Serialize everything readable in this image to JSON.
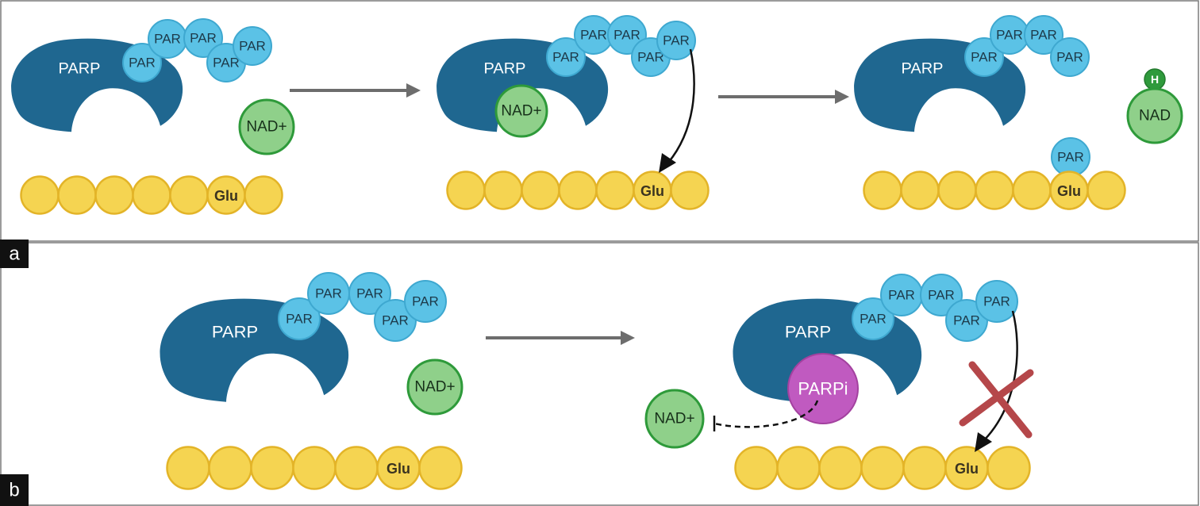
{
  "panels": [
    {
      "label": "a",
      "stages": [
        {
          "parp": "PARP",
          "par_chain": [
            "PAR",
            "PAR",
            "PAR",
            "PAR",
            "PAR"
          ],
          "nad": "NAD+",
          "chain": [
            "",
            "",
            "",
            "",
            "",
            "Glu",
            ""
          ]
        },
        {
          "parp": "PARP",
          "par_chain": [
            "PAR",
            "PAR",
            "PAR",
            "PAR",
            "PAR"
          ],
          "nad": "NAD+",
          "chain": [
            "",
            "",
            "",
            "",
            "",
            "Glu",
            ""
          ]
        },
        {
          "parp": "PARP",
          "par_chain": [
            "PAR",
            "PAR",
            "PAR",
            "PAR"
          ],
          "nad": "NAD",
          "hydrogen": "H",
          "attached_par": "PAR",
          "chain": [
            "",
            "",
            "",
            "",
            "",
            "Glu",
            ""
          ]
        }
      ]
    },
    {
      "label": "b",
      "stages": [
        {
          "parp": "PARP",
          "par_chain": [
            "PAR",
            "PAR",
            "PAR",
            "PAR",
            "PAR"
          ],
          "nad": "NAD+",
          "chain": [
            "",
            "",
            "",
            "",
            "",
            "Glu",
            ""
          ]
        },
        {
          "parp": "PARP",
          "par_chain": [
            "PAR",
            "PAR",
            "PAR",
            "PAR",
            "PAR"
          ],
          "nad": "NAD+",
          "inhibitor": "PARPi",
          "chain": [
            "",
            "",
            "",
            "",
            "",
            "Glu",
            ""
          ]
        }
      ]
    }
  ],
  "colors": {
    "parp": "#1f6790",
    "par": "#5bc2e6",
    "bead": "#f5d451",
    "nad": "#8fd08a",
    "parpi": "#c05ac0",
    "block": "#b5474a"
  },
  "icons": {
    "parp": "parp-enzyme-icon",
    "par": "par-unit-icon",
    "bead": "amino-acid-bead-icon",
    "nad": "nad-molecule-icon",
    "parpi": "parp-inhibitor-icon",
    "block": "block-cross-icon"
  }
}
